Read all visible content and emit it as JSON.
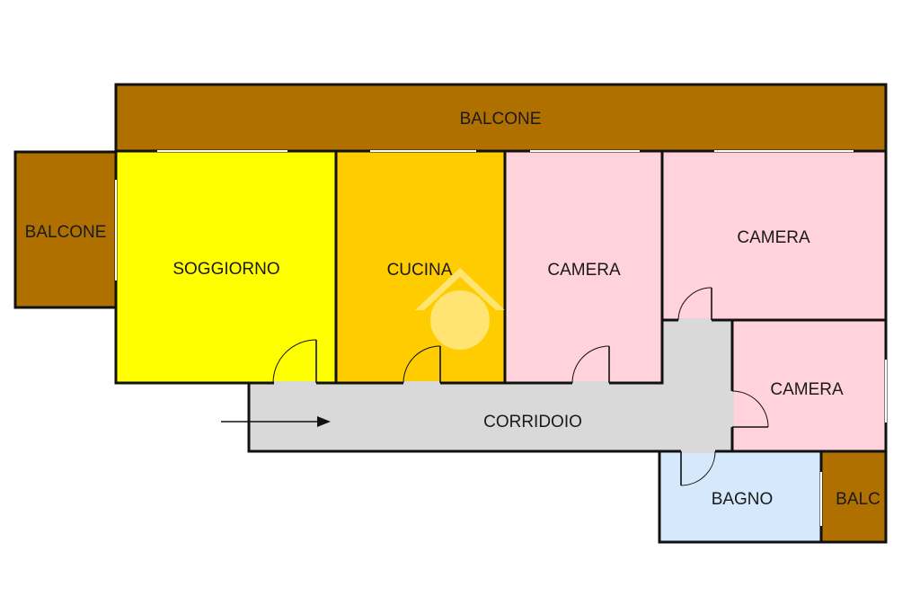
{
  "colors": {
    "balcone": "#b07000",
    "soggiorno": "#ffff00",
    "cucina": "#ffcc00",
    "camera": "#ffd2dc",
    "corridoio": "#d9d9d9",
    "bagno": "#d6e8fb",
    "wall": "#111111",
    "watermark": "#ffffff"
  },
  "rooms": {
    "balcone_top": "BALCONE",
    "balcone_left": "BALCONE",
    "soggiorno": "SOGGIORNO",
    "cucina": "CUCINA",
    "camera_1": "CAMERA",
    "camera_2": "CAMERA",
    "camera_3": "CAMERA",
    "corridoio": "CORRIDOIO",
    "bagno": "BAGNO",
    "balc_small": "BALC"
  },
  "icons": {
    "entrance": "entrance-arrow-icon",
    "watermark": "house-logo-watermark"
  }
}
